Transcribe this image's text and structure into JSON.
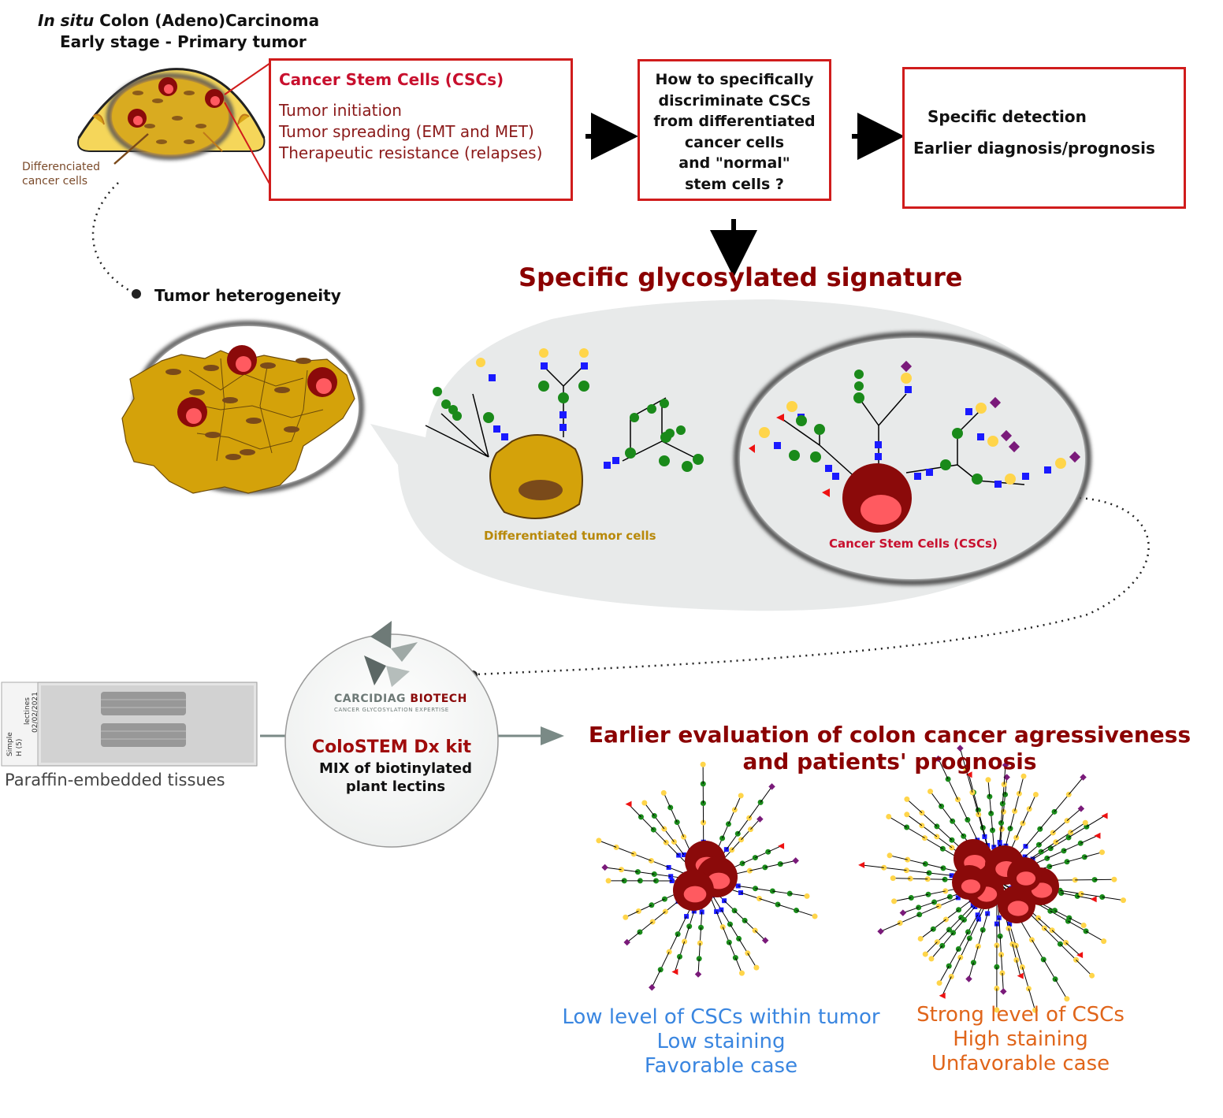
{
  "header": {
    "title_italic": "In situ",
    "title_rest": "Colon (Adeno)Carcinoma",
    "subtitle": "Early stage - Primary tumor",
    "diff_label_1": "Differenciated",
    "diff_label_2": "cancer cells"
  },
  "csc_box": {
    "title": "Cancer Stem Cells (CSCs)",
    "lines": [
      "Tumor initiation",
      "Tumor spreading (EMT and MET)",
      "Therapeutic resistance (relapses)"
    ]
  },
  "question_box": {
    "lines": [
      "How to specifically",
      "discriminate CSCs",
      "from differentiated",
      "cancer cells",
      "and \"normal\"",
      "stem cells ?"
    ]
  },
  "detection_box": {
    "line1": "Specific detection",
    "line2": "Earlier diagnosis/prognosis"
  },
  "heterogeneity_label": "Tumor heterogeneity",
  "signature_title": "Specific glycosylated signature",
  "diff_cells_label": "Differentiated tumor cells",
  "csc_label": "Cancer Stem Cells (CSCs)",
  "slide": {
    "caption": "Paraffin-embedded tissues",
    "label_lectines": "lectines",
    "label_date": "02/02/2021",
    "label_simple": "Simple",
    "label_h": "H (5)"
  },
  "kit": {
    "brand": "CARCIDIAG",
    "brand2": "BIOTECH",
    "tagline": "CANCER GLYCOSYLATION EXPERTISE",
    "name": "ColoSTEM Dx kit",
    "desc1": "MIX of biotinylated",
    "desc2": "plant lectins"
  },
  "evaluation": {
    "line1": "Earlier evaluation of colon cancer agressiveness",
    "line2": "and patients' prognosis"
  },
  "low_case": {
    "lines": [
      "Low level of CSCs within tumor",
      "Low staining",
      "Favorable case"
    ]
  },
  "high_case": {
    "lines": [
      "Strong level of CSCs",
      "High staining",
      "Unfavorable case"
    ]
  },
  "colors": {
    "red_title": "#8b0000",
    "box_red": "#d01c1c",
    "cell_gold": "#d4a20a",
    "csc_dark": "#8b0a0a",
    "csc_light": "#ff5a60",
    "glcnac": "#1a1aff",
    "gal": "#ffd54a",
    "man": "#1a8a1a",
    "fuc": "#ee1111",
    "sia": "#7a1a7a",
    "low_blue": "#3a86e0",
    "high_orange": "#e0651a"
  }
}
